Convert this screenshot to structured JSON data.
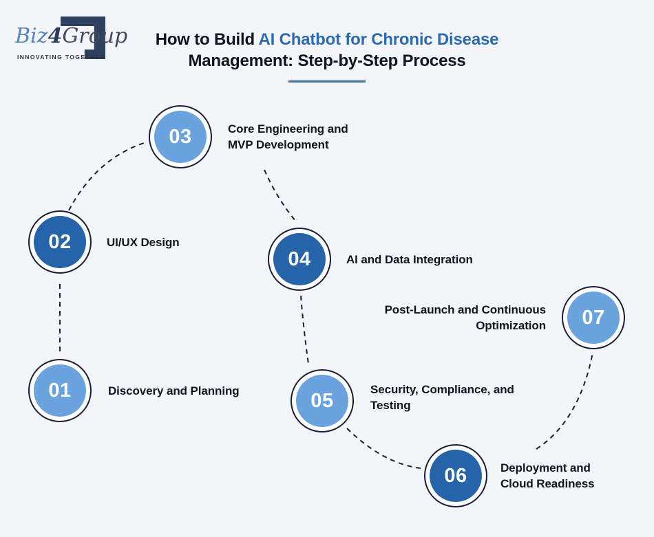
{
  "logo": {
    "brand_part1": "Biz",
    "brand_part2": "4",
    "brand_part3": "Group",
    "tagline": "INNOVATING TOGETHER"
  },
  "header": {
    "title_prefix": "How to Build ",
    "title_highlight": "AI Chatbot for Chronic Disease",
    "title_line2": "Management: Step-by-Step Process"
  },
  "steps": [
    {
      "number": "01",
      "label": "Discovery and Planning",
      "tone": "light"
    },
    {
      "number": "02",
      "label": "UI/UX Design",
      "tone": "dark"
    },
    {
      "number": "03",
      "label": "Core Engineering and MVP Development",
      "tone": "light"
    },
    {
      "number": "04",
      "label": "AI and Data Integration",
      "tone": "dark"
    },
    {
      "number": "05",
      "label": "Security, Compliance, and Testing",
      "tone": "light"
    },
    {
      "number": "06",
      "label": "Deployment and Cloud Readiness",
      "tone": "dark"
    },
    {
      "number": "07",
      "label": "Post-Launch and Continuous Optimization",
      "tone": "light"
    }
  ],
  "colors": {
    "background": "#f3f5f8",
    "light_blue": "#6aa3dd",
    "dark_blue": "#2564a9",
    "ring_navy": "#1b1b38",
    "accent_blue": "#2b6bb4",
    "underline_blue": "#3a6d99",
    "text_dark": "#14151f"
  }
}
